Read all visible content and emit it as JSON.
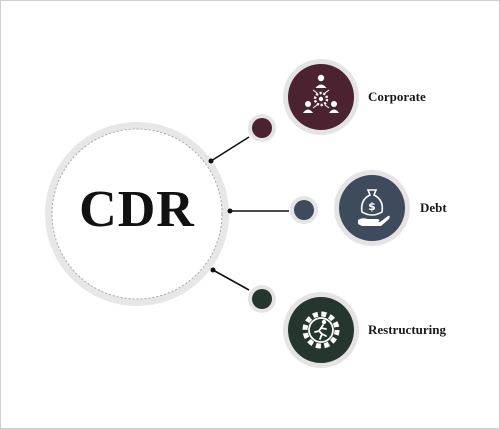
{
  "diagram": {
    "center": {
      "label": "CDR"
    },
    "items": [
      {
        "label": "Corporate",
        "icon": "team-gear-icon",
        "color": "#4a2230"
      },
      {
        "label": "Debt",
        "icon": "money-bag-hand-icon",
        "color": "#3d4b5c"
      },
      {
        "label": "Restructuring",
        "icon": "gear-runner-icon",
        "color": "#25362f"
      }
    ]
  },
  "watermark": {
    "id": "1121792299"
  }
}
